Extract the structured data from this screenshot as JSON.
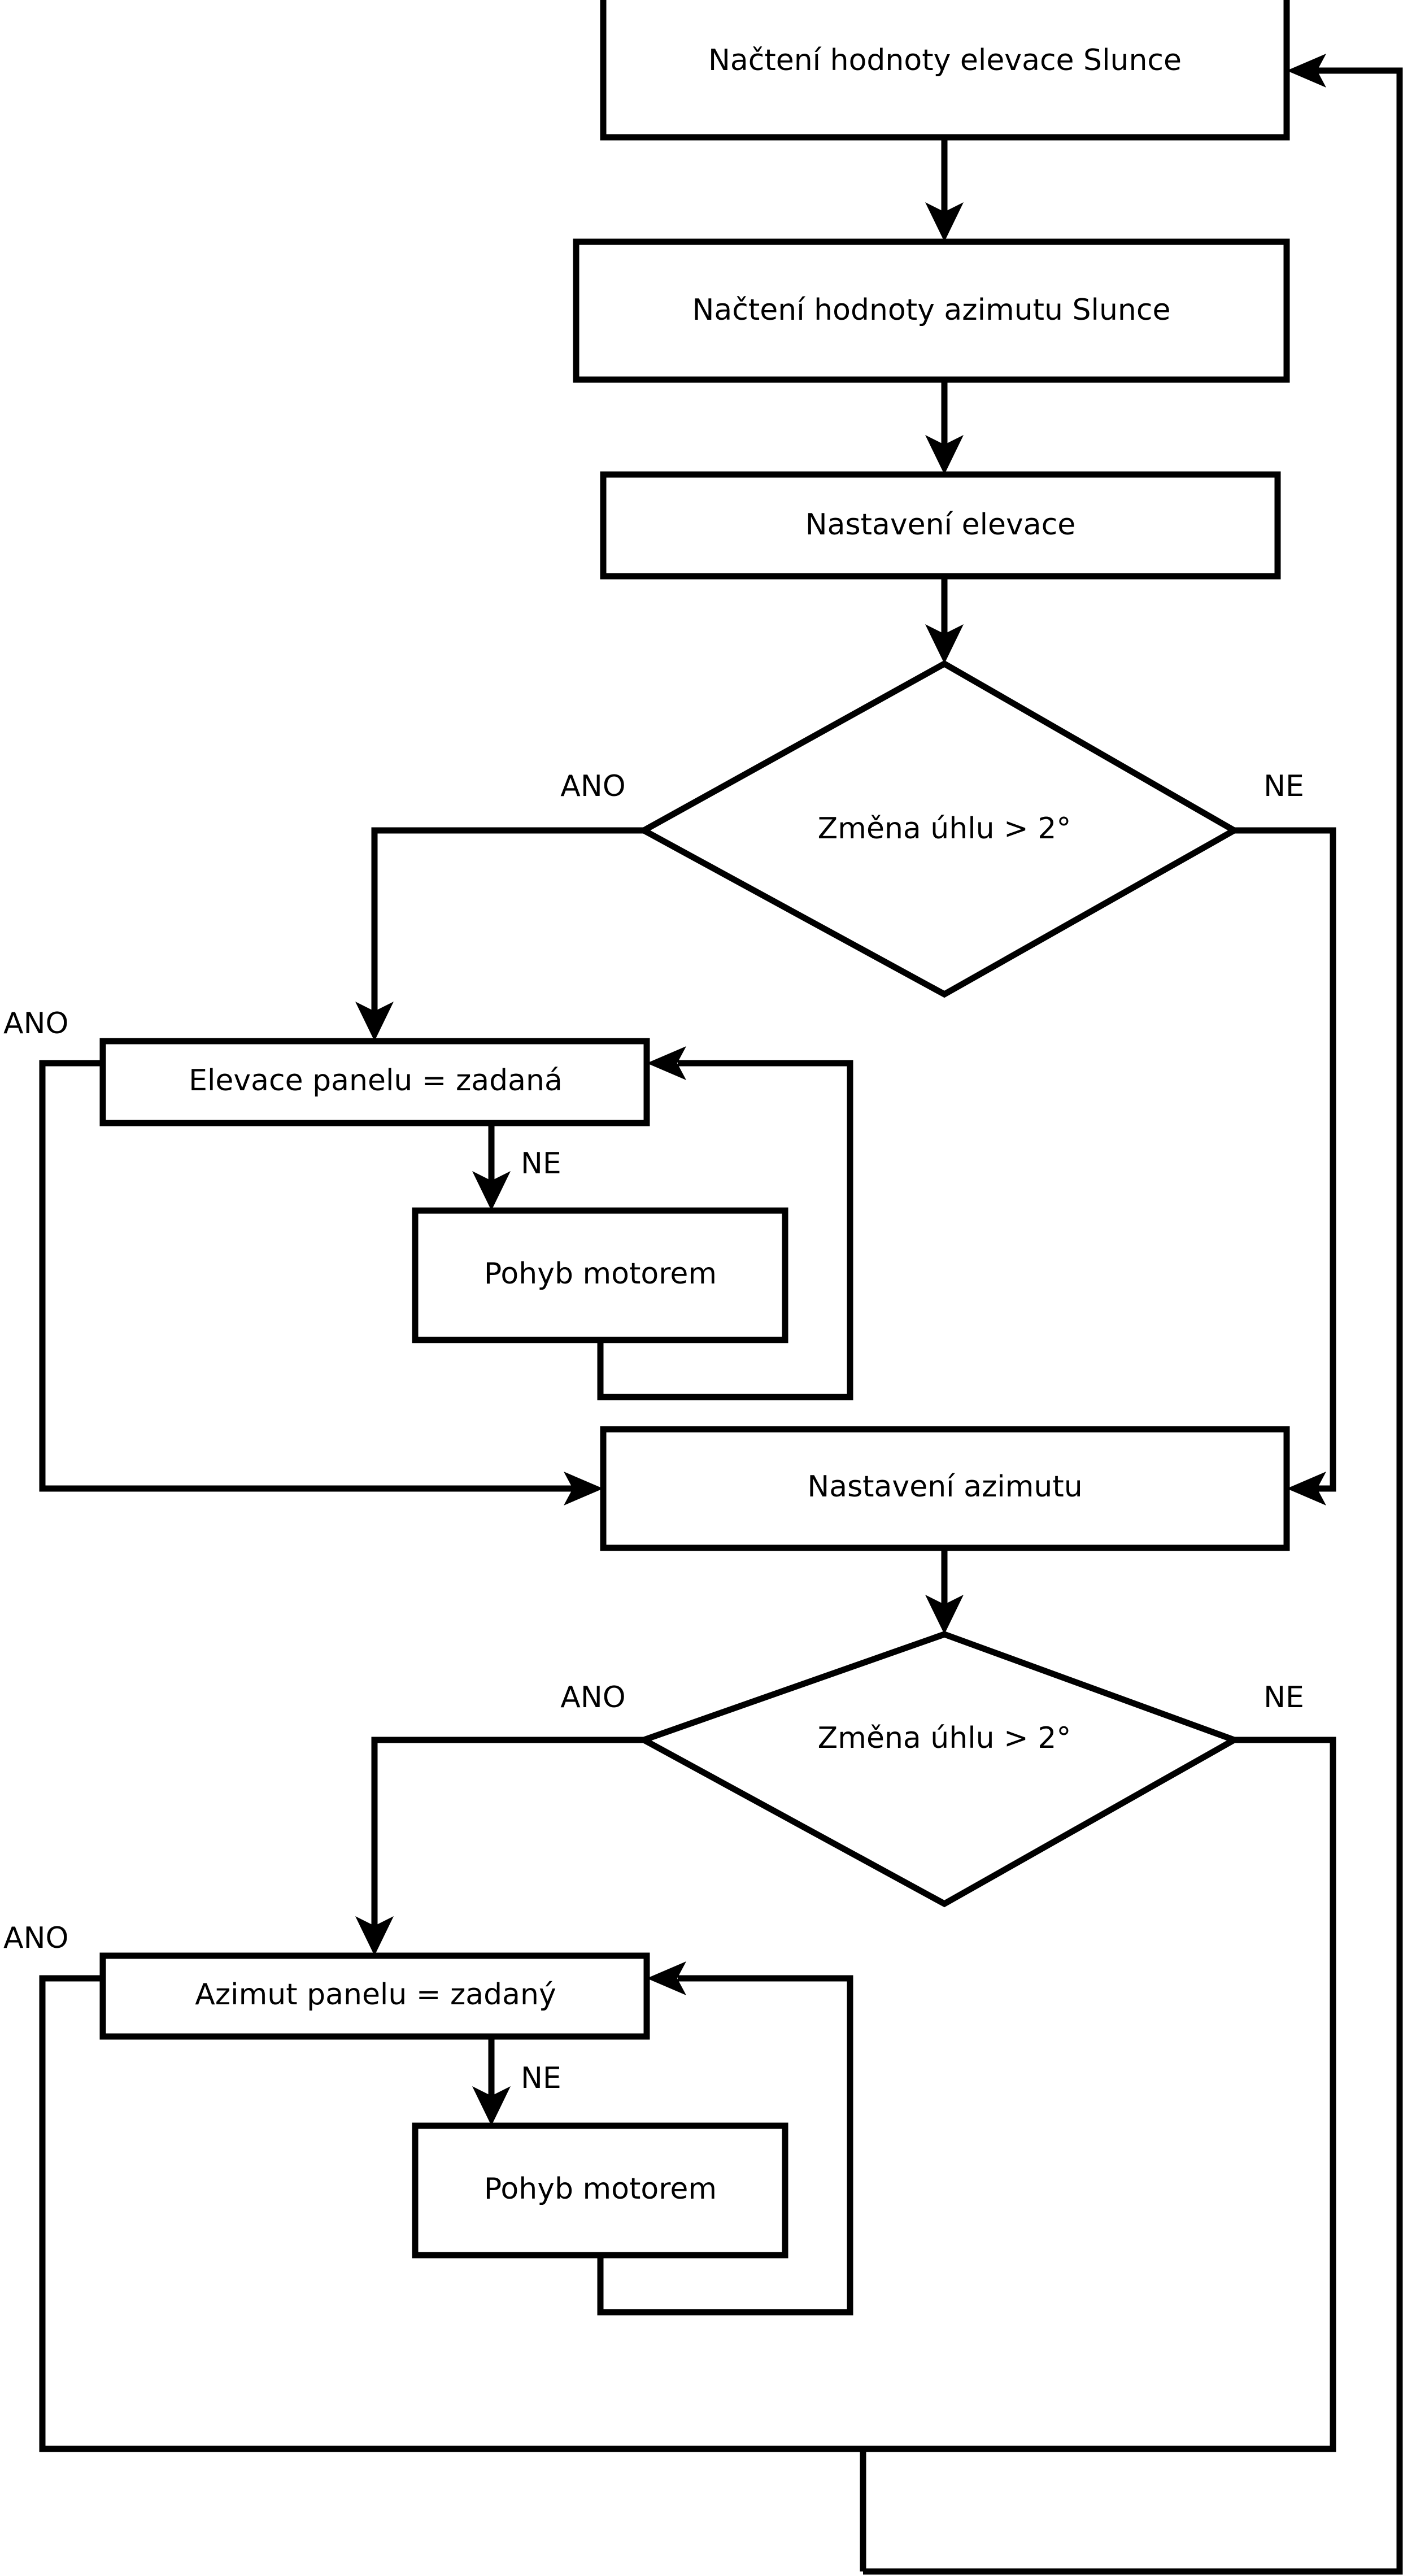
{
  "diagram": {
    "type": "flowchart",
    "language": "cs",
    "title": "Solar tracker control flowchart",
    "colors": {
      "stroke": "#000000",
      "fill": "#ffffff",
      "text": "#000000"
    },
    "nodes": {
      "read_elevation": {
        "label": "Načtení hodnoty elevace Slunce",
        "shape": "process"
      },
      "read_azimuth": {
        "label": "Načtení hodnoty azimutu Slunce",
        "shape": "process"
      },
      "set_elevation": {
        "label": "Nastavení elevace",
        "shape": "process"
      },
      "decide_elevation_change": {
        "label": "Změna úhlu > 2°",
        "shape": "decision"
      },
      "panel_elevation_set": {
        "label": "Elevace panelu = zadaná",
        "shape": "decision-as-box"
      },
      "motor_move_elevation": {
        "label": "Pohyb motorem",
        "shape": "process"
      },
      "set_azimuth": {
        "label": "Nastavení azimutu",
        "shape": "process"
      },
      "decide_azimuth_change": {
        "label": "Změna úhlu > 2°",
        "shape": "decision"
      },
      "panel_azimuth_set": {
        "label": "Azimut panelu = zadaný",
        "shape": "decision-as-box"
      },
      "motor_move_azimuth": {
        "label": "Pohyb motorem",
        "shape": "process"
      }
    },
    "edge_labels": {
      "elevation_yes": "ANO",
      "elevation_no": "NE",
      "elevation_panel_yes": "ANO",
      "elevation_panel_no": "NE",
      "azimuth_yes": "ANO",
      "azimuth_no": "NE",
      "azimuth_panel_yes": "ANO",
      "azimuth_panel_no": "NE"
    }
  }
}
